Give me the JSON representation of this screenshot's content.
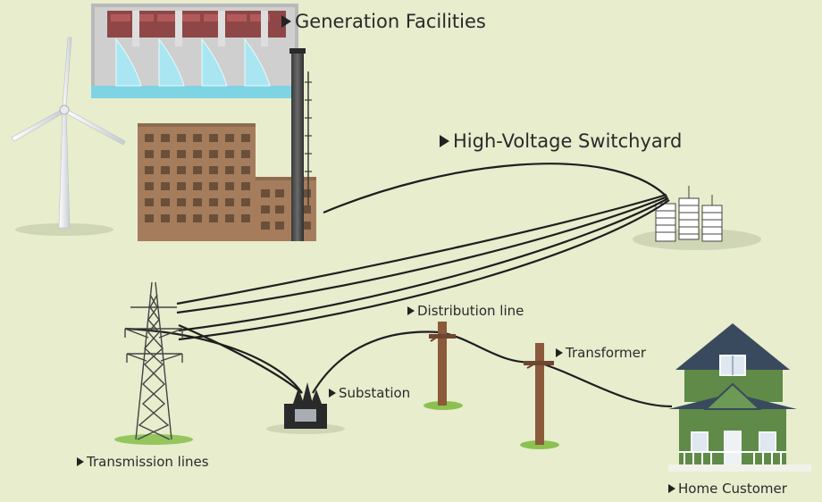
{
  "labels": {
    "generation": "Generation Facilities",
    "switchyard": "High-Voltage Switchyard",
    "distribution": "Distribution line",
    "transformer": "Transformer",
    "substation": "Substation",
    "transmission": "Transmission lines",
    "home": "Home Customer"
  },
  "colors": {
    "background": "#e7edcd",
    "wire": "#1e1e1e",
    "building": "#a57c5c",
    "house": "#5f8a48",
    "roof": "#3a4a5e",
    "water": "#7fd4e4",
    "pole": "#8a5a3a",
    "grass": "#7cb342"
  },
  "icons": [
    "wind-turbine-icon",
    "hydro-dam-icon",
    "power-plant-icon",
    "smokestack-icon",
    "switchyard-icon",
    "transmission-tower-icon",
    "substation-icon",
    "utility-pole-icon",
    "house-icon"
  ]
}
